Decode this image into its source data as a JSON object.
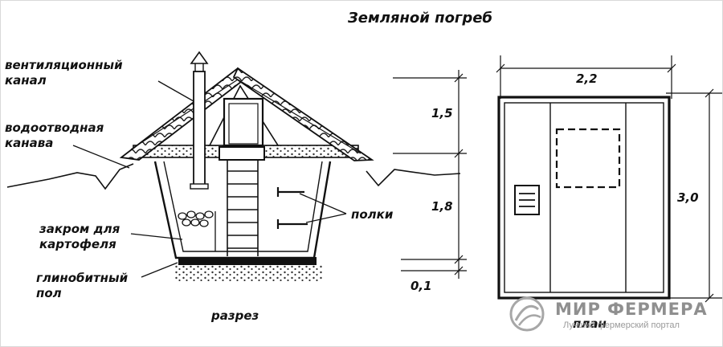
{
  "title": "Земляной погреб",
  "section": {
    "caption": "разрез",
    "labels": {
      "vent_line1": "вентиляционный",
      "vent_line2": "канал",
      "drain_line1": "водоотводная",
      "drain_line2": "канава",
      "bin_line1": "закром для",
      "bin_line2": "картофеля",
      "floor_line1": "глинобитный",
      "floor_line2": "пол",
      "shelves": "полки"
    }
  },
  "elevation_dims": {
    "roof_height": "1,5",
    "pit_depth": "1,8",
    "floor_thickness": "0,1"
  },
  "plan": {
    "caption": "план",
    "width": "2,2",
    "length": "3,0"
  },
  "watermark": {
    "title": "МИР ФЕРМЕРА",
    "subtitle": "Лучший фермерский портал",
    "color": "#8f8f8f"
  }
}
